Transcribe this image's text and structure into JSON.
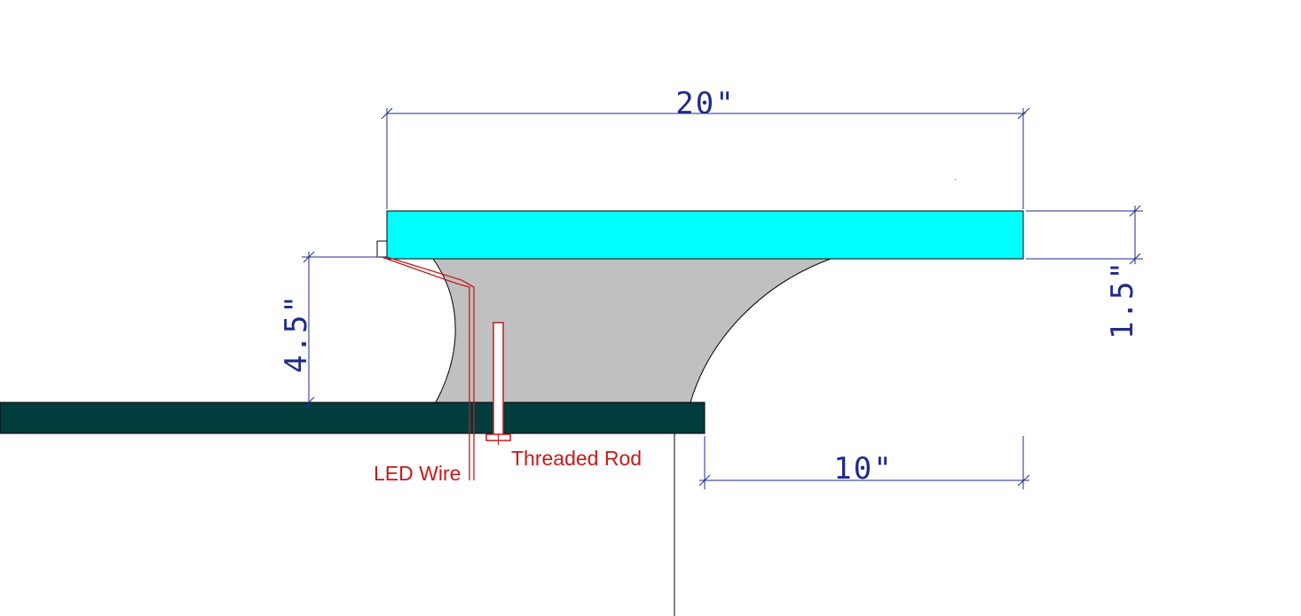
{
  "diagram": {
    "dimensions": {
      "top_width": "20\"",
      "bracket_height": "4.5\"",
      "slab_thickness": "1.5\"",
      "overhang": "10\""
    },
    "callouts": {
      "led_wire": "LED Wire",
      "threaded_rod": "Threaded Rod"
    },
    "colors": {
      "slab_fill": "#00ffff",
      "support_fill": "#c0c0c0",
      "base_fill": "#023d3d",
      "dimension_line": "#1f2a8c",
      "callout": "#c41a1a",
      "outline": "#000000"
    }
  }
}
